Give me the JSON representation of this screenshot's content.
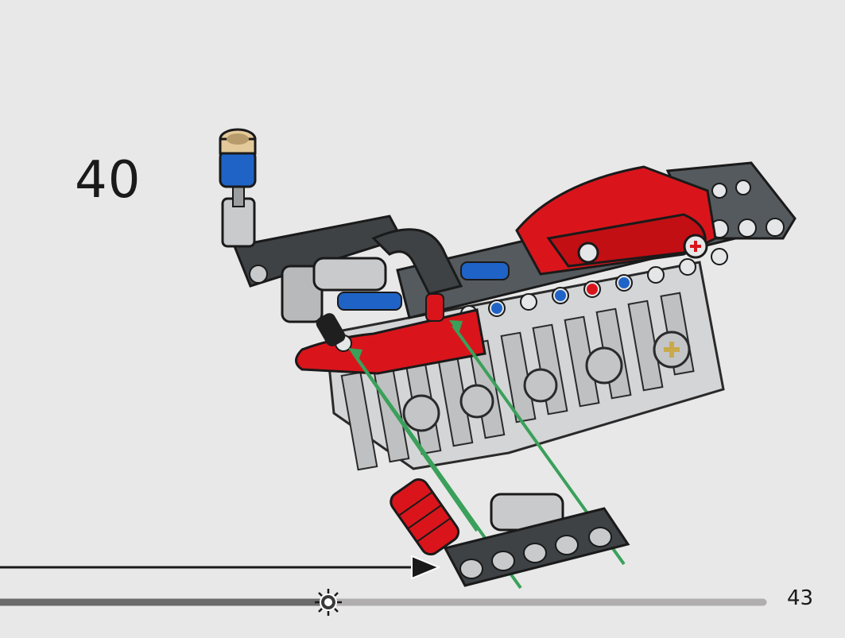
{
  "step": {
    "number": "40"
  },
  "page": {
    "number": "43"
  },
  "progress": {
    "fraction": 0.43
  },
  "colors": {
    "background": "#e8e8e8",
    "red": "#d9151b",
    "dark_gray": "#555a5e",
    "light_gray": "#c9cacb",
    "blue": "#1f63c6",
    "green_guide": "#3aa05a",
    "tan": "#e4c99a"
  },
  "icons": {
    "progress_marker": "gear-sun-icon",
    "insert_arrow": "arrow-right-icon"
  }
}
